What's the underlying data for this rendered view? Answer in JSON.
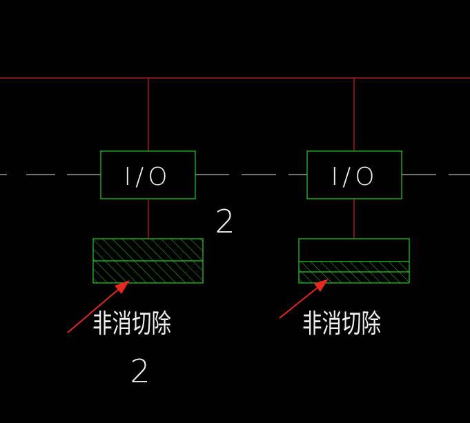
{
  "colors": {
    "background": "#000000",
    "bus_line": "#d0202a",
    "box_stroke": "#22d022",
    "hatch": "#22d022",
    "dash_line": "#e8e8e8",
    "text": "#f0f0f0",
    "arrow": "#e8281e"
  },
  "left_module": {
    "io_label": "I/O",
    "number_label": "2",
    "annotation": "非消切除",
    "bottom_number": "2"
  },
  "right_module": {
    "io_label": "I/O",
    "annotation": "非消切除"
  }
}
